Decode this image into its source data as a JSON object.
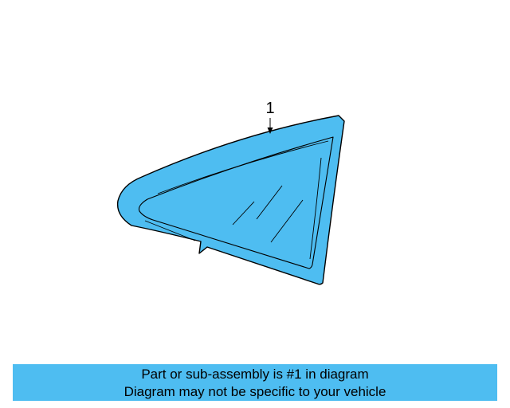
{
  "diagram": {
    "callout_number": "1",
    "part_fill_color": "#4ebdf1",
    "outline_color": "#000000"
  },
  "banner": {
    "line1": "Part or sub-assembly is #1 in diagram",
    "line2": "Diagram may not be specific to your vehicle",
    "background_color": "#4ebdf1"
  }
}
